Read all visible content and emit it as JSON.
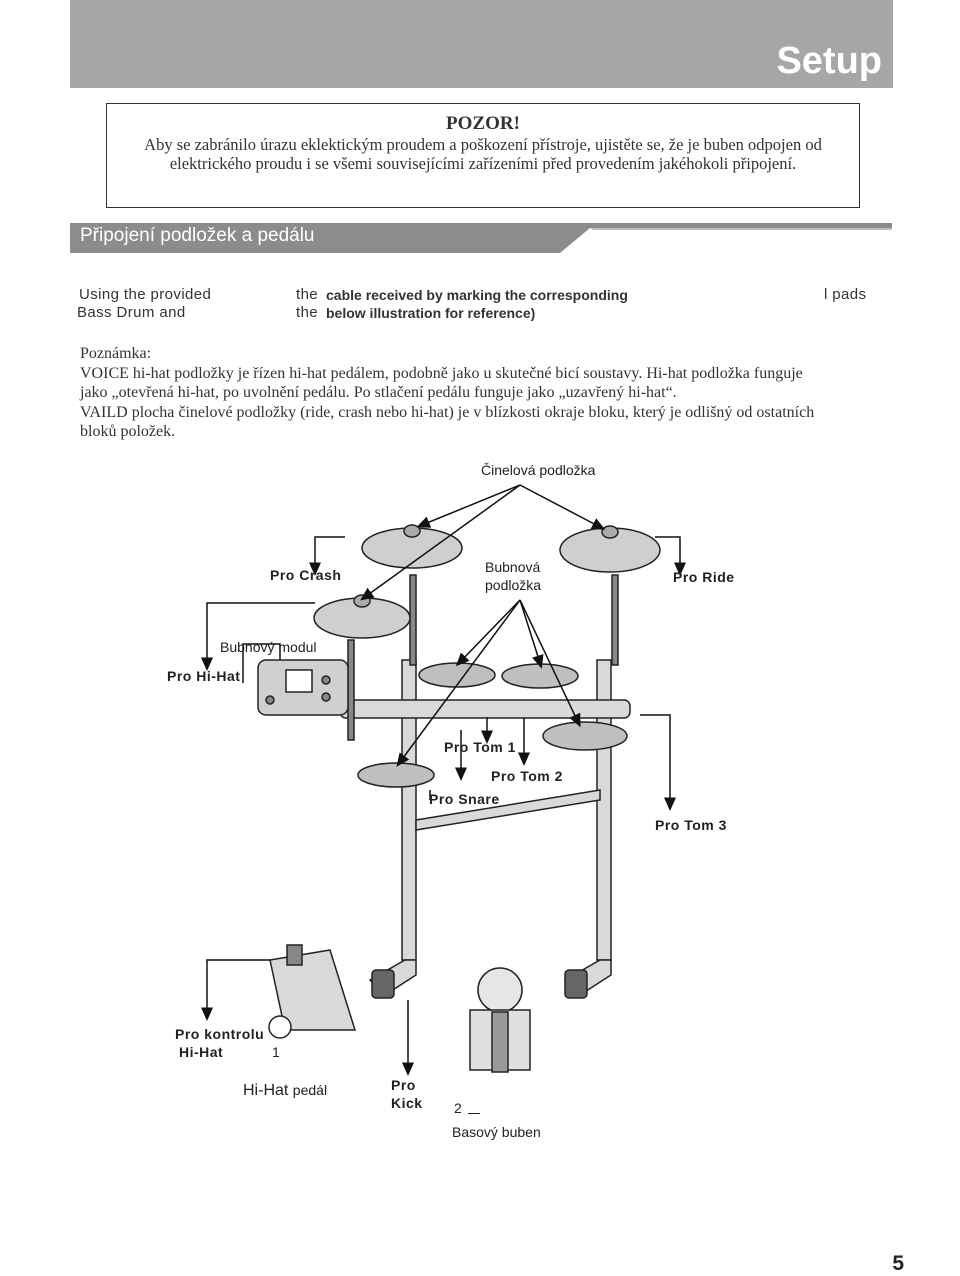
{
  "header": {
    "title": "Setup"
  },
  "warning": {
    "title": "POZOR!",
    "line1": "Aby se zabránilo úrazu eklektickým proudem a poškození přístroje, ujistěte se, že je buben odpojen od",
    "line2": "elektrického proudu i se všemi souvisejícími zařízeními před provedením jakéhokoli připojení."
  },
  "section": {
    "title": "Připojení podložek a pedálu"
  },
  "residual_text": {
    "col1_line1": "Using the provided",
    "col1_line2": "Bass Drum and",
    "col2_line1_prefix": "the",
    "col2_line1_bold": "cable received by marking the corresponding",
    "col2_line2_prefix": "the",
    "col2_line2_bold": "below illustration for reference)",
    "col3_line1": "l pads"
  },
  "note": {
    "heading": "Poznámka:",
    "line1": "VOICE hi-hat podložky je řízen hi-hat pedálem, podobně jako u skutečné bicí soustavy. Hi-hat podložka funguje",
    "line2": "jako „otevřená hi-hat, po uvolnění pedálu. Po stlačení pedálu funguje jako „uzavřený hi-hat“.",
    "line3": "VAILD plocha činelové podložky (ride, crash nebo hi-hat) je v blízkosti okraje bloku, který je odlišný od ostatních",
    "line4": "bloků položek."
  },
  "diagram": {
    "cymbal_pad": "Činelová podložka",
    "crash": "Pro Crash",
    "drum_pad_line1": "Bubnová",
    "drum_pad_line2": "podložka",
    "ride": "Pro Ride",
    "drum_module": "Bubnový modul",
    "hihat": "Pro Hi-Hat",
    "tom1": "Pro Tom 1",
    "tom2": "Pro Tom 2",
    "snare": "Pro Snare",
    "tom3": "Pro Tom 3",
    "hihat_control_line1": "Pro kontrolu",
    "hihat_control_line2": "Hi-Hat",
    "num1": "1",
    "hihat_pedal_a": "Hi-Hat",
    "hihat_pedal_b": "pedál",
    "kick_line1": "Pro",
    "kick_line2": "Kick",
    "num2": "2",
    "bass_drum": "Basový buben"
  },
  "page_number": "5",
  "colors": {
    "header_bg": "#a6a6a6",
    "section_bg": "#8c8c8c",
    "section_accent": "#bfbfbf"
  }
}
